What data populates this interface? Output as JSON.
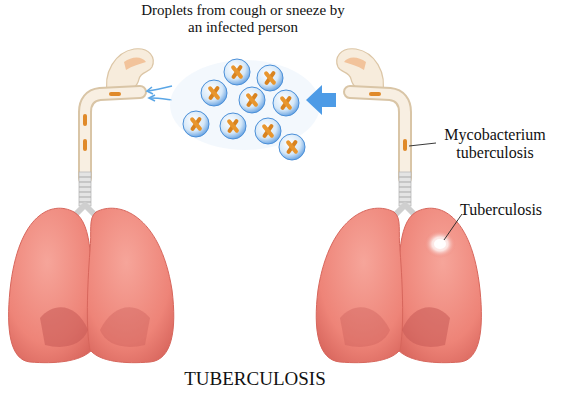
{
  "diagram": {
    "caption": "TUBERCULOSIS",
    "labels": [
      "Droplets from cough or sneeze by an infected person",
      "Mycobacterium tuberculosis",
      "Tuberculosis"
    ]
  }
}
